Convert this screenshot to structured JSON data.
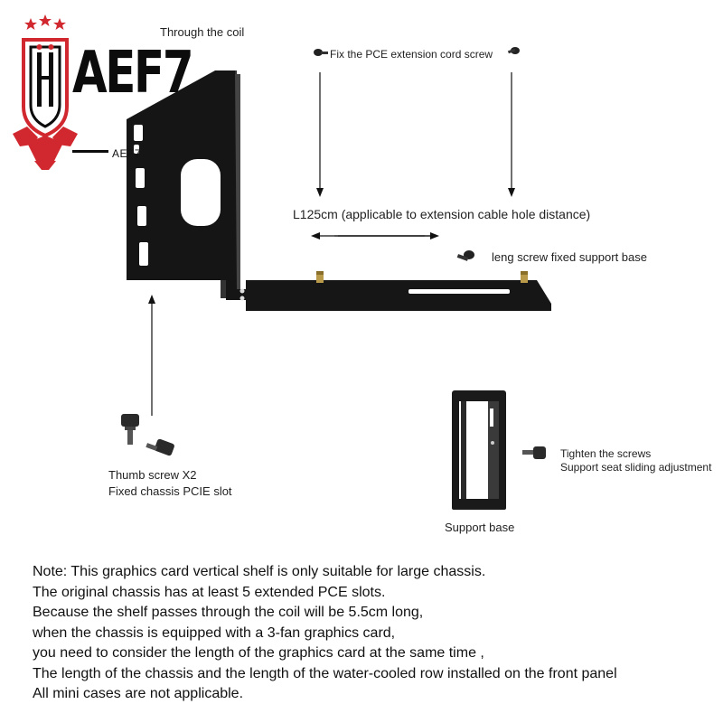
{
  "logo": {
    "brand_text": "AEF7",
    "brand_small": "AEF7",
    "colors": {
      "red": "#d0282e",
      "black": "#0c0c0c"
    }
  },
  "labels": {
    "through_coil": "Through the coil",
    "fix_screw": "Fix the PCE extension cord screw",
    "distance": "L125cm (applicable to extension cable hole distance)",
    "leng_screw": "leng screw fixed support base",
    "thumb_screw_line1": "Thumb screw X2",
    "thumb_screw_line2": "Fixed chassis PCIE slot",
    "tighten_line1": "Tighten the screws",
    "tighten_line2": "Support seat sliding adjustment",
    "support_base": "Support base"
  },
  "note": [
    "Note: This graphics card vertical shelf is only suitable for large chassis.",
    "The original chassis has at least 5 extended PCE slots.",
    "Because the shelf passes through the coil will be 5.5cm long,",
    "when the chassis is equipped with a 3-fan graphics card,",
    "you need to consider the length of the graphics card at the same time ,",
    "The length of the chassis and the length of the water-cooled row installed on the front panel",
    "All mini cases are not applicable."
  ],
  "icons": {
    "screw": "screw-icon",
    "thumb_screw": "thumb-screw-icon",
    "arrow": "arrow-icon"
  }
}
